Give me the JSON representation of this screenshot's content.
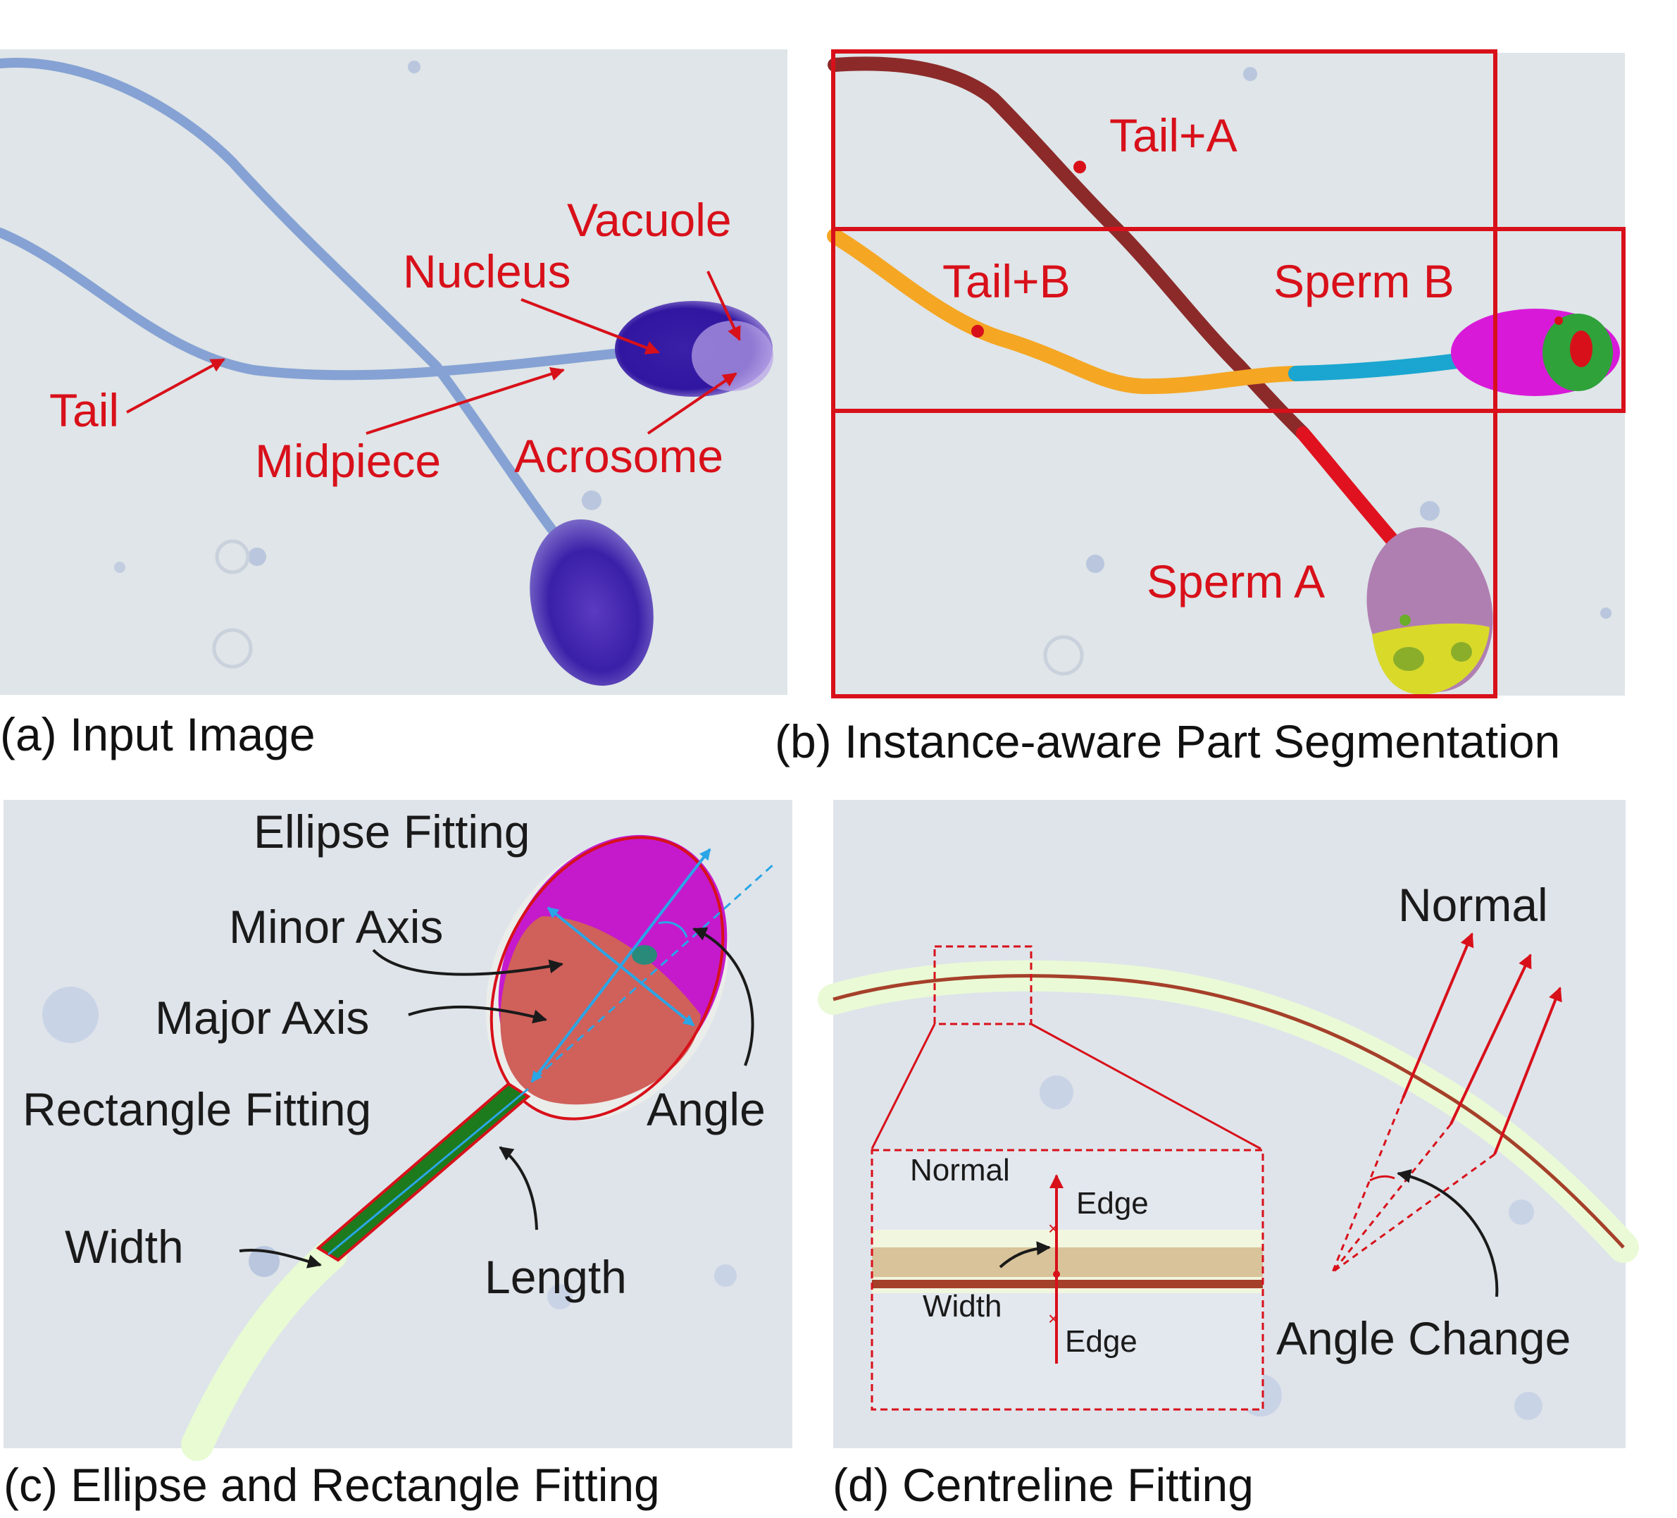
{
  "panels": {
    "a": {
      "caption": "(a) Input Image",
      "labels": {
        "vacuole": "Vacuole",
        "nucleus": "Nucleus",
        "tail": "Tail",
        "midpiece": "Midpiece",
        "acrosome": "Acrosome"
      }
    },
    "b": {
      "caption": "(b) Instance-aware Part Segmentation",
      "labels": {
        "tail_a": "Tail+A",
        "tail_b": "Tail+B",
        "sperm_b": "Sperm B",
        "sperm_a": "Sperm A"
      }
    },
    "c": {
      "caption": "(c) Ellipse and Rectangle Fitting",
      "labels": {
        "ellipse_fitting": "Ellipse Fitting",
        "minor_axis": "Minor Axis",
        "major_axis": "Major Axis",
        "rectangle_fitting": "Rectangle Fitting",
        "angle": "Angle",
        "width": "Width",
        "length": "Length"
      }
    },
    "d": {
      "caption": "(d) Centreline Fitting",
      "labels": {
        "normal": "Normal",
        "angle_change": "Angle Change"
      },
      "inset": {
        "normal": "Normal",
        "edge_top": "Edge",
        "width": "Width",
        "edge_bottom": "Edge"
      }
    }
  },
  "colors": {
    "annotation_red": "#d8101a",
    "background": "#dfe4e8",
    "head_stain": "#3a1fa8",
    "tail_stain": "#86a2d4",
    "seg_tail_a": "#8c2a2a",
    "seg_tail_b": "#f5a623",
    "seg_midpiece_b": "#1aa6d0",
    "seg_head_b": "#d81ad8",
    "seg_head_a": "#b07fb2",
    "seg_acrosome_a": "#d9d92a",
    "seg_nucleus_green": "#2fa23a",
    "fit_ellipse_fill": "#d0605a",
    "fit_rectangle": "#1d7a1d",
    "axis_blue": "#2aa6e6",
    "tail_fit_green": "#e8fbd2"
  }
}
